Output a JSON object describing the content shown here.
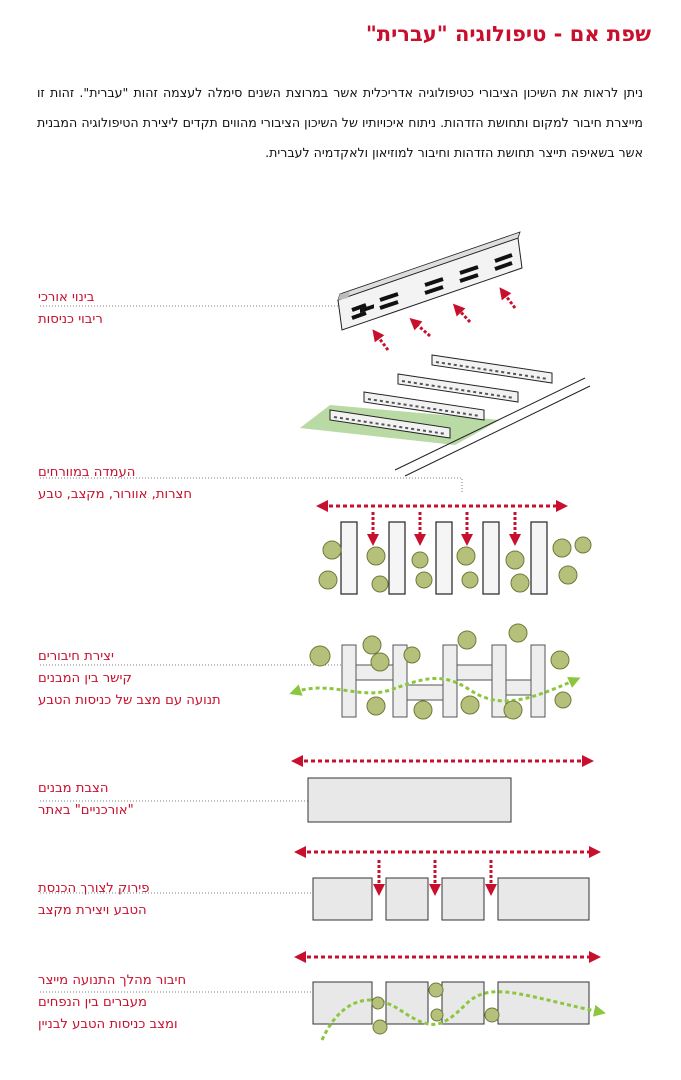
{
  "title": "שפת אם - טיפולוגיה \"עברית\"",
  "intro": "ניתן לראות את השיכון הציבורי כטיפולוגיה אדריכלית אשר במרוצת השנים סימלה לעצמה זהות \"עברית\". זהות זו מייצרת חיבור למקום ותחושת הזדהות. ניתוח איכויותיו של השיכון הציבורי מהווים תקדים ליצירת הטיפולוגיה המבנית אשר בשאיפה תייצר תחושת הזדהות וחיבור למוזיאון ולאקדמיה לעברית.",
  "labels": {
    "l1": {
      "line1": "בינוי אורכי",
      "line2": "ריבוי כניסות"
    },
    "l2": {
      "line1": "העמדה במוורחים",
      "line2": "חצרות, אוורור, מקצב, טבע"
    },
    "l3": {
      "line1": "יצירת חיבורים",
      "line2": "קישר בין המבנים",
      "line3": "תנועה עם מצב של כניסות הטבע"
    },
    "l4": {
      "line1": "הצבת מבנים",
      "line2": "\"אורכניים\" באתר"
    },
    "l5": {
      "line1": "פירוק לצורך הכנסת",
      "line2": "הטבע ויצירת מקצב"
    },
    "l6": {
      "line1": "חיבור מהלך התנועה מייצר",
      "line2": "מעברים בין הנפחים",
      "line3": "ומצב כניסות הטבע לבניין"
    }
  },
  "colors": {
    "accent": "#c8102e",
    "green": "#8cc63f",
    "tree": "#b5c07a",
    "block": "#e8e8e8"
  }
}
